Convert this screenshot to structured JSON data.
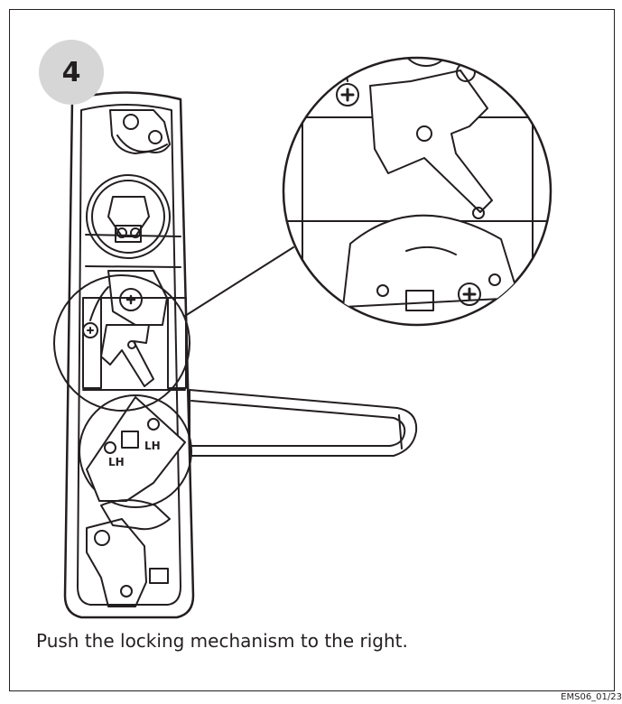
{
  "step": {
    "number": "4"
  },
  "labels": {
    "handing_left": "LH",
    "handing_right": "LH"
  },
  "caption": "Push the locking mechanism to the right.",
  "doc_code": "EMS06_01/23",
  "colors": {
    "line": "#231f20",
    "badge": "#d6d6d6",
    "background": "#ffffff"
  }
}
